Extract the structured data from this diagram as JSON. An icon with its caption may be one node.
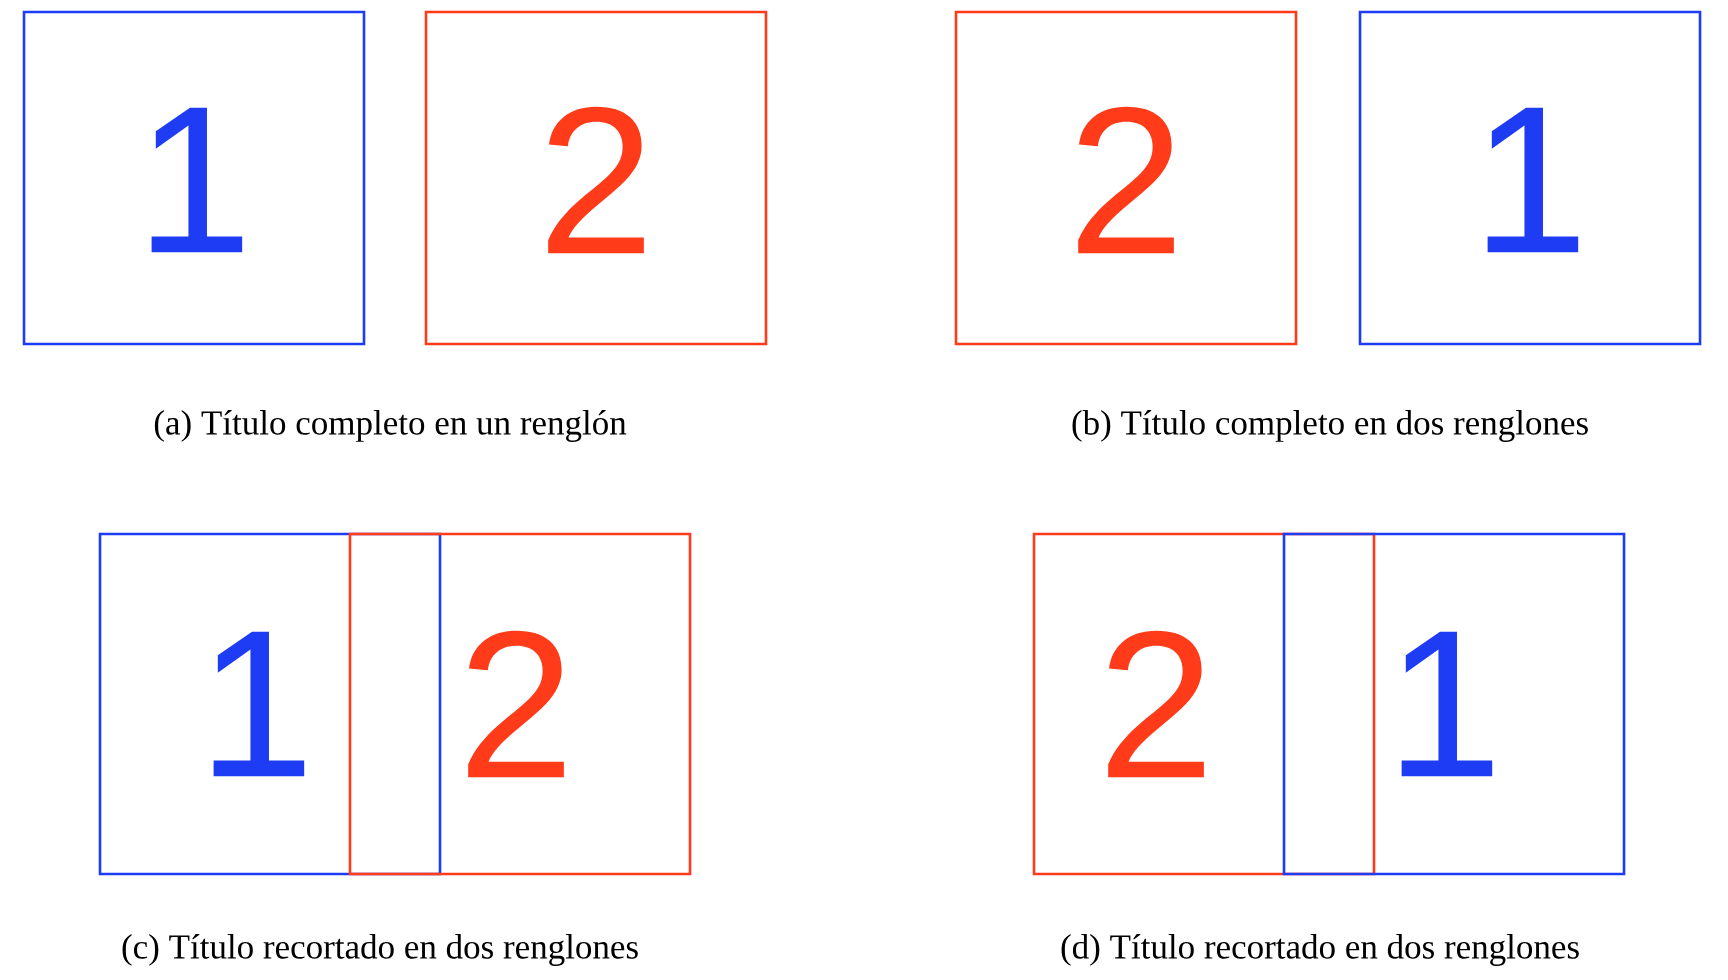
{
  "diagram": {
    "nodes": [
      {
        "text": [
          "1"
        ]
      },
      {
        "text": [
          "2"
        ]
      },
      {
        "text": [
          "2"
        ]
      },
      {
        "text": [
          "1"
        ]
      },
      {
        "text": [
          "1"
        ]
      },
      {
        "text": [
          "2"
        ]
      },
      {
        "text": [
          "2"
        ]
      },
      {
        "text": [
          "1"
        ]
      }
    ],
    "labels": [
      "(a) Título completo en un renglón",
      "(b) Título completo en dos renglones",
      "(c) Título recortado en dos renglones",
      "(d) Título recortado en dos renglones"
    ]
  }
}
